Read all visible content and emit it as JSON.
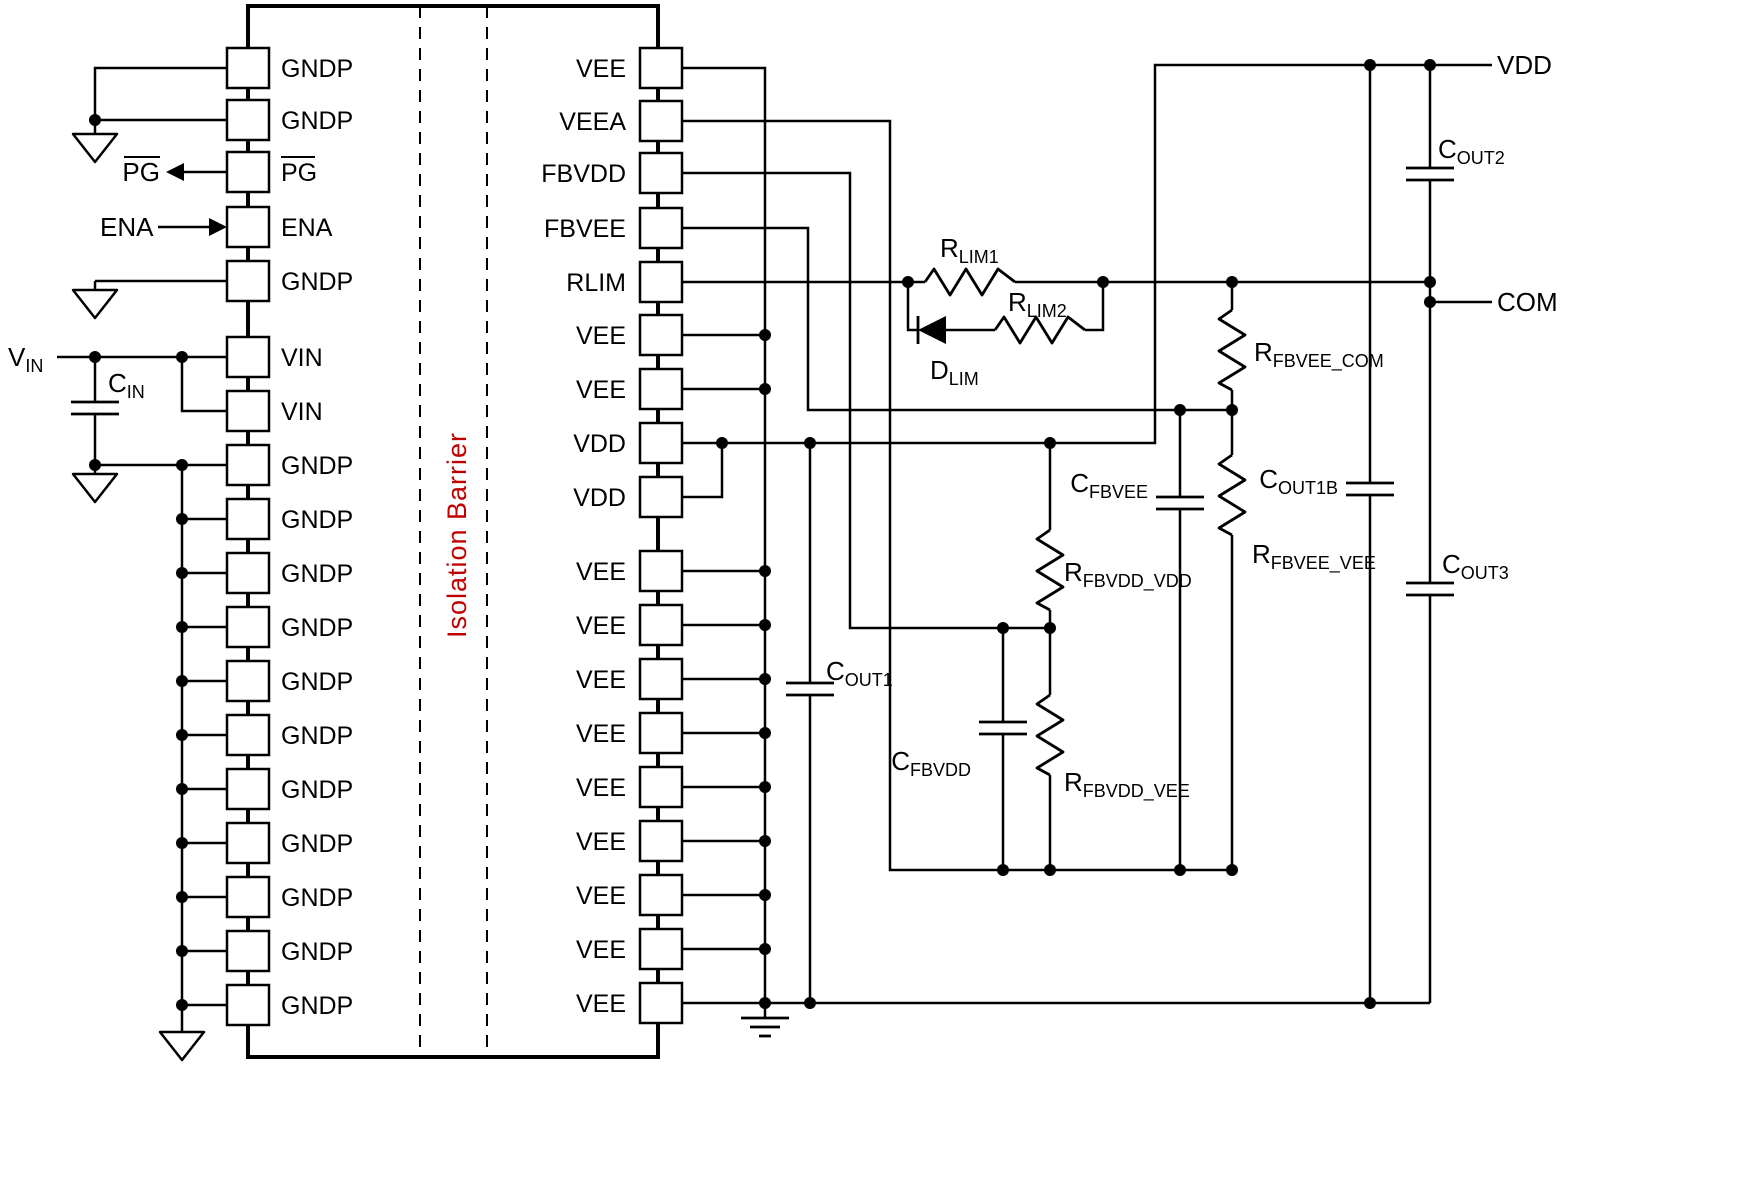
{
  "figure": {
    "description": "Isolated DC-DC module typical application schematic",
    "isolation_barrier": "Isolation Barrier"
  },
  "ic": {
    "left_pins": [
      "GNDP",
      "GNDP",
      "PG",
      "ENA",
      "GNDP",
      "VIN",
      "VIN",
      "GNDP",
      "GNDP",
      "GNDP",
      "GNDP",
      "GNDP",
      "GNDP",
      "GNDP",
      "GNDP",
      "GNDP",
      "GNDP",
      "GNDP"
    ],
    "right_pins": [
      "VEE",
      "VEEA",
      "FBVDD",
      "FBVEE",
      "RLIM",
      "VEE",
      "VEE",
      "VDD",
      "VDD",
      "VEE",
      "VEE",
      "VEE",
      "VEE",
      "VEE",
      "VEE",
      "VEE",
      "VEE",
      "VEE"
    ]
  },
  "signals": {
    "pg": "PG",
    "ena": "ENA",
    "vin": {
      "main": "V",
      "sub": "IN"
    },
    "vdd": "VDD",
    "com": "COM"
  },
  "components": {
    "cin": {
      "main": "C",
      "sub": "IN"
    },
    "rlim1": {
      "main": "R",
      "sub": "LIM1"
    },
    "rlim2": {
      "main": "R",
      "sub": "LIM2"
    },
    "dlim": {
      "main": "D",
      "sub": "LIM"
    },
    "rfbvee_com": {
      "main": "R",
      "sub": "FBVEE_COM"
    },
    "cfbvee": {
      "main": "C",
      "sub": "FBVEE"
    },
    "rfbvee_vee": {
      "main": "R",
      "sub": "FBVEE_VEE"
    },
    "rfbvdd_vdd": {
      "main": "R",
      "sub": "FBVDD_VDD"
    },
    "cfbvdd": {
      "main": "C",
      "sub": "FBVDD"
    },
    "rfbvdd_vee": {
      "main": "R",
      "sub": "FBVDD_VEE"
    },
    "cout1": {
      "main": "C",
      "sub": "OUT1"
    },
    "cout1b": {
      "main": "C",
      "sub": "OUT1B"
    },
    "cout2": {
      "main": "C",
      "sub": "OUT2"
    },
    "cout3": {
      "main": "C",
      "sub": "OUT3"
    }
  },
  "colors": {
    "wire": "#000000",
    "barrier_text": "#c00000",
    "background": "#ffffff"
  }
}
